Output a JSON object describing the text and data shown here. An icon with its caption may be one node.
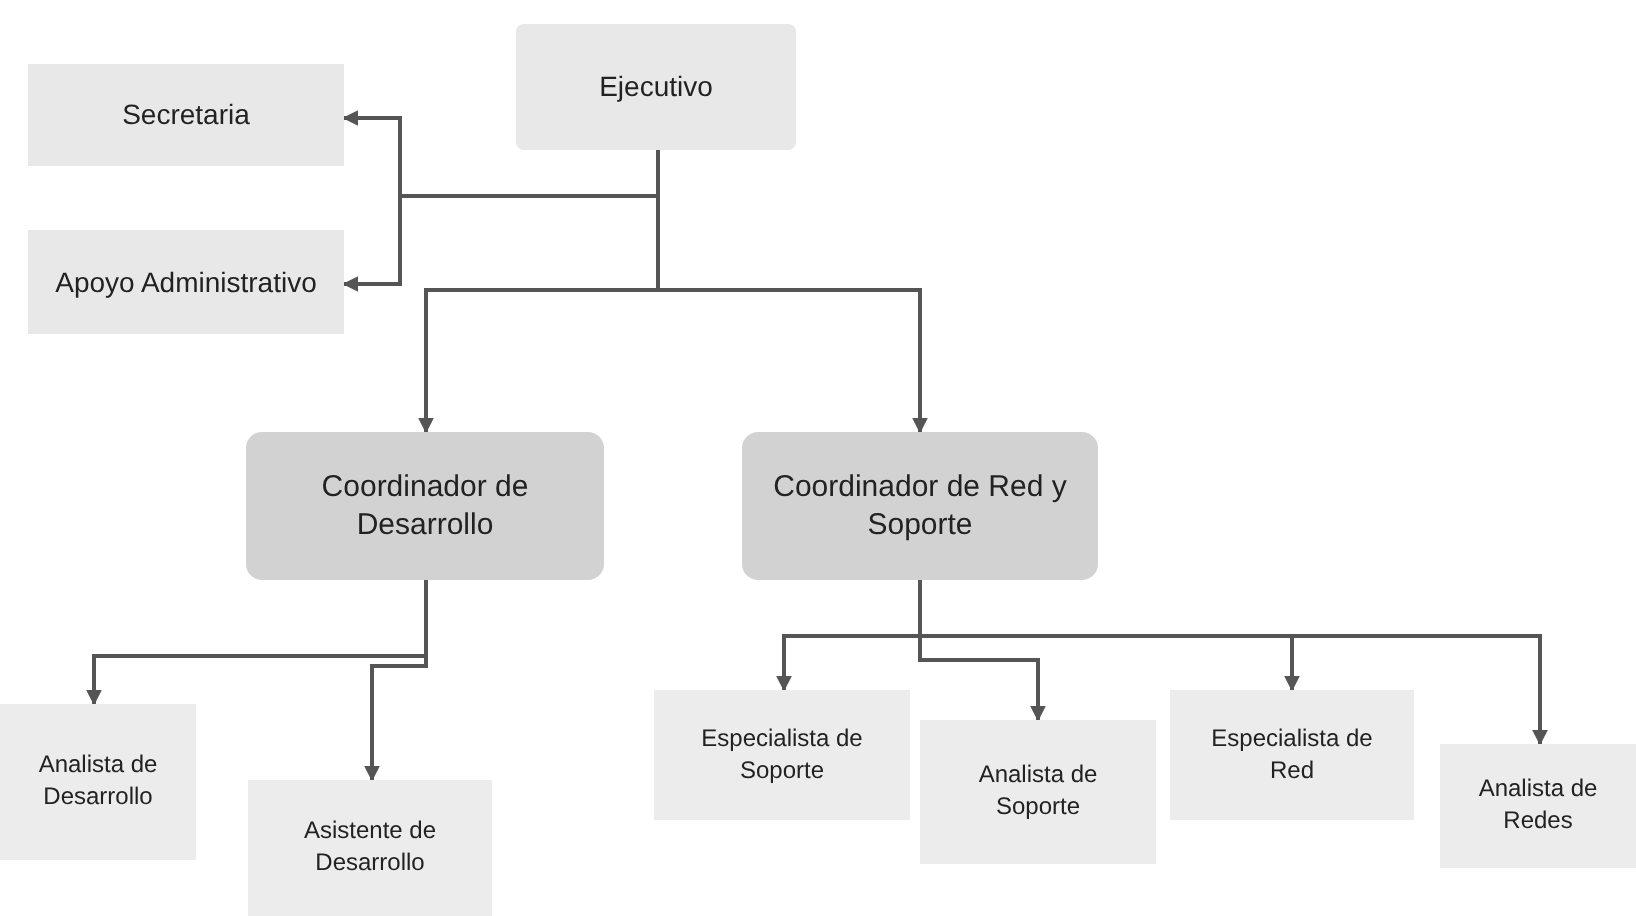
{
  "diagram": {
    "nodes": [
      {
        "text": [
          "Ejecutivo"
        ]
      },
      {
        "text": [
          "Secretaria"
        ]
      },
      {
        "text": [
          "Apoyo Administrativo"
        ]
      },
      {
        "text": [
          "Coordinador de Desarrollo"
        ]
      },
      {
        "text": [
          "Coordinador de Red y Soporte"
        ]
      },
      {
        "text": [
          "Analista de Desarrollo"
        ]
      },
      {
        "text": [
          "Asistente de Desarrollo"
        ]
      },
      {
        "text": [
          "Especialista de Soporte"
        ]
      },
      {
        "text": [
          "Analista de Soporte"
        ]
      },
      {
        "text": [
          "Especialista de Red"
        ]
      },
      {
        "text": [
          "Analista de Redes"
        ]
      }
    ],
    "edges": [
      {
        "from": 0,
        "to": 1,
        "arrow": "to"
      },
      {
        "from": 0,
        "to": 2,
        "arrow": "to"
      },
      {
        "from": 0,
        "to": 3,
        "arrow": "to"
      },
      {
        "from": 0,
        "to": 4,
        "arrow": "to"
      },
      {
        "from": 3,
        "to": 5,
        "arrow": "to"
      },
      {
        "from": 3,
        "to": 6,
        "arrow": "to"
      },
      {
        "from": 4,
        "to": 7,
        "arrow": "to"
      },
      {
        "from": 4,
        "to": 8,
        "arrow": "to"
      },
      {
        "from": 4,
        "to": 9,
        "arrow": "to"
      },
      {
        "from": 4,
        "to": 10,
        "arrow": "to"
      }
    ]
  }
}
